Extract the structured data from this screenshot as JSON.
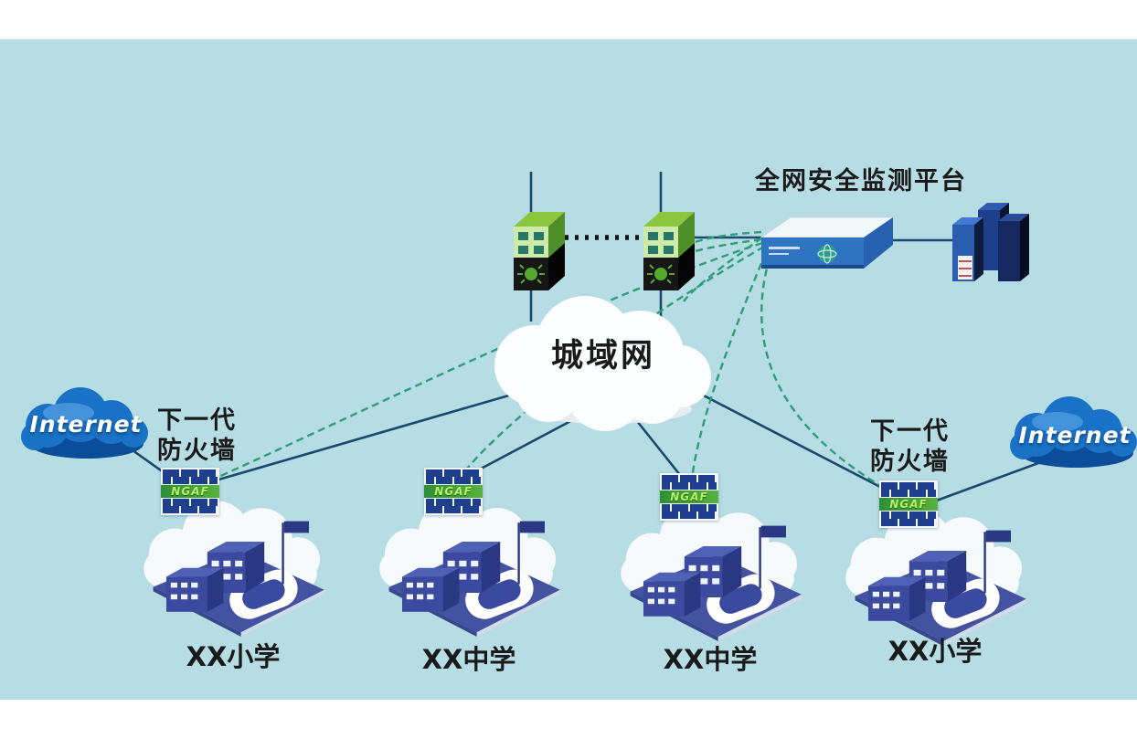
{
  "colors": {
    "canvas": "#b6dde3",
    "frame": "#ffffff",
    "line": "#17496e",
    "dash-green": "#2f9d78",
    "dot-black": "#141414",
    "cloud-white": "#fbfdfe",
    "internet-blue": "#1a72c6",
    "internet-dark": "#0c4d9a",
    "campus-blue": "#44539f",
    "brick-navy": "#1e3e8e",
    "ngaf-green-1": "#2e8f35",
    "ngaf-green-2": "#57b33e",
    "ngaf-text": "#b8f066",
    "cube-top": "#8cc63f",
    "cube-front": "#cdeaa6",
    "appliance-blue": "#2f74c0",
    "text-black": "#1a1a1a"
  },
  "platform": {
    "label": "全网安全监测平台"
  },
  "man_cloud": {
    "label": "城域网"
  },
  "internet_left": {
    "label": "Internet"
  },
  "internet_right": {
    "label": "Internet"
  },
  "firewall_left": {
    "line1": "下一代",
    "line2": "防火墙"
  },
  "firewall_right": {
    "line1": "下一代",
    "line2": "防火墙"
  },
  "ngaf": {
    "label": "NGAF"
  },
  "schools": [
    {
      "name": "XX小学"
    },
    {
      "name": "XX中学"
    },
    {
      "name": "XX中学"
    },
    {
      "name": "XX小学"
    }
  ]
}
